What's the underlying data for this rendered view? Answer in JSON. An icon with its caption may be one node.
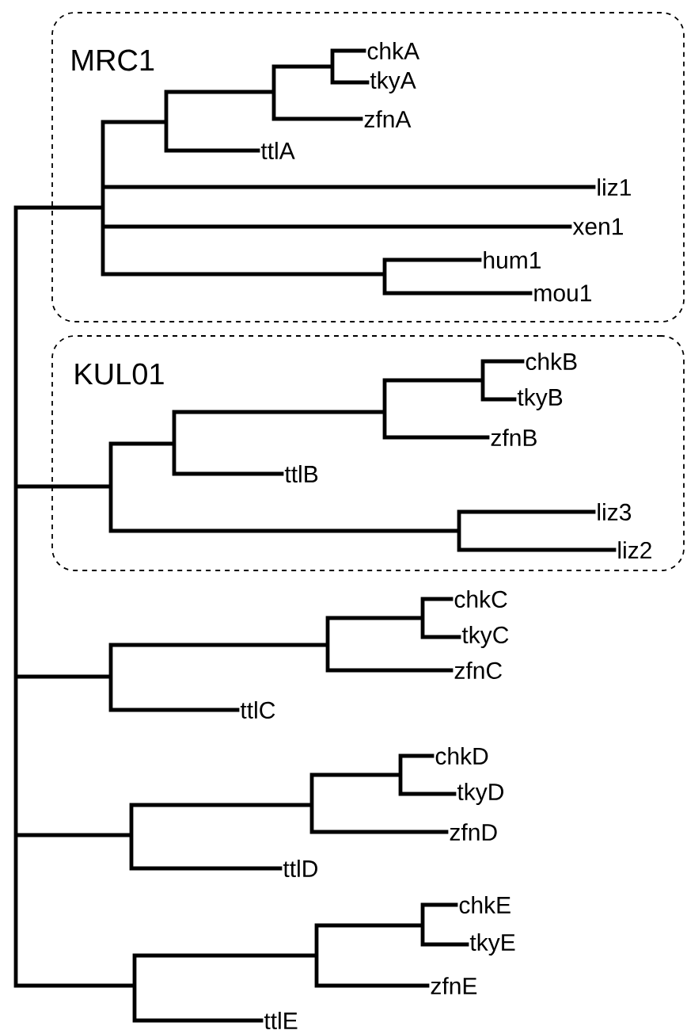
{
  "diagram": {
    "nodes": [
      {
        "text": [
          "MRC1"
        ]
      },
      {
        "text": [
          "chkA"
        ],
        "in": 0
      },
      {
        "text": [
          "tkyA"
        ],
        "in": 0
      },
      {
        "text": [
          "zfnA"
        ],
        "in": 0
      },
      {
        "text": [
          "ttlA"
        ],
        "in": 0
      },
      {
        "text": [
          "liz1"
        ],
        "in": 0
      },
      {
        "text": [
          "xen1"
        ],
        "in": 0
      },
      {
        "text": [
          "hum1"
        ],
        "in": 0
      },
      {
        "text": [
          "mou1"
        ],
        "in": 0
      },
      {
        "text": [
          "KUL01"
        ]
      },
      {
        "text": [
          "chkB"
        ],
        "in": 9
      },
      {
        "text": [
          "tkyB"
        ],
        "in": 9
      },
      {
        "text": [
          "zfnB"
        ],
        "in": 9
      },
      {
        "text": [
          "ttlB"
        ],
        "in": 9
      },
      {
        "text": [
          "liz3"
        ],
        "in": 9
      },
      {
        "text": [
          "liz2"
        ],
        "in": 9
      },
      {
        "text": [
          "chkC"
        ]
      },
      {
        "text": [
          "tkyC"
        ]
      },
      {
        "text": [
          "zfnC"
        ]
      },
      {
        "text": [
          "ttlC"
        ]
      },
      {
        "text": [
          "chkD"
        ]
      },
      {
        "text": [
          "tkyD"
        ]
      },
      {
        "text": [
          "zfnD"
        ]
      },
      {
        "text": [
          "ttlD"
        ]
      },
      {
        "text": [
          "chkE"
        ]
      },
      {
        "text": [
          "tkyE"
        ]
      },
      {
        "text": [
          "zfnE"
        ]
      },
      {
        "text": [
          "ttlE"
        ]
      }
    ]
  }
}
